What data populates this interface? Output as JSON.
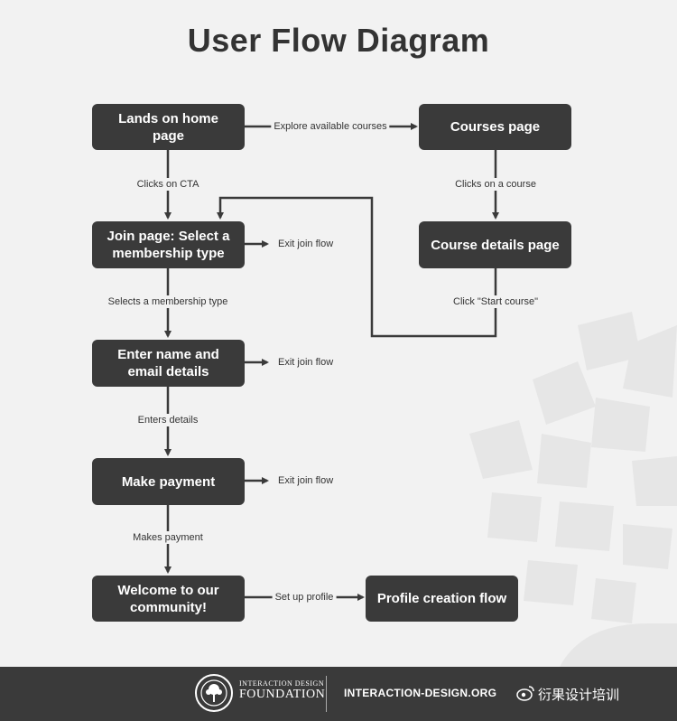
{
  "title": "User Flow Diagram",
  "nodes": {
    "home": "Lands on home page",
    "courses": "Courses page",
    "join": "Join page: Select a membership type",
    "course_details": "Course details page",
    "enter_details": "Enter name and email details",
    "payment": "Make payment",
    "welcome": "Welcome to our community!",
    "profile": "Profile creation flow"
  },
  "edges": {
    "explore": "Explore available courses",
    "clicks_cta": "Clicks on CTA",
    "clicks_course": "Clicks on a course",
    "exit1": "Exit join flow",
    "selects_membership": "Selects a membership type",
    "start_course": "Click \"Start course\"",
    "exit2": "Exit join flow",
    "enters_details": "Enters details",
    "exit3": "Exit join flow",
    "makes_payment": "Makes payment",
    "setup_profile": "Set up profile"
  },
  "footer": {
    "org_line1": "INTERACTION DESIGN",
    "org_line2": "FOUNDATION",
    "site": "INTERACTION-DESIGN.ORG",
    "watermark": "衍果设计培训"
  },
  "colors": {
    "node": "#3a3a3a",
    "background": "#f2f2f2",
    "footer": "#3a3a3a"
  }
}
